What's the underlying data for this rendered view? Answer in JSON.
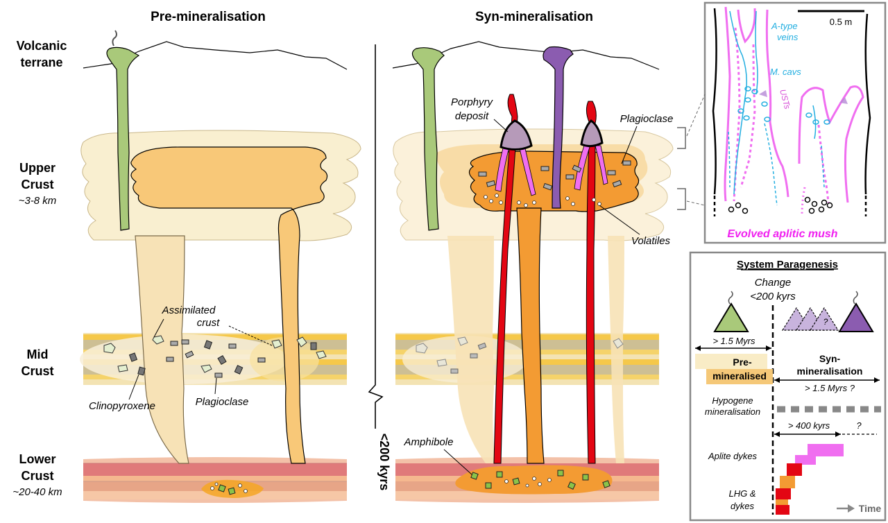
{
  "headings": {
    "pre": "Pre-mineralisation",
    "syn": "Syn-mineralisation"
  },
  "levels": {
    "volcanic_1": "Volcanic",
    "volcanic_2": "terrane",
    "upper_1": "Upper",
    "upper_2": "Crust",
    "upper_depth": "~3-8 km",
    "mid_1": "Mid",
    "mid_2": "Crust",
    "lower_1": "Lower",
    "lower_2": "Crust",
    "lower_depth": "~20-40 km"
  },
  "pre_labels": {
    "assimilated_1": "Assimilated",
    "assimilated_2": "crust",
    "clinopyroxene": "Clinopyroxene",
    "plagioclase": "Plagioclase"
  },
  "timeline": "<200 kyrs",
  "syn_labels": {
    "porphyry_1": "Porphyry",
    "porphyry_2": "deposit",
    "plagioclase": "Plagioclase",
    "volatiles": "Volatiles",
    "amphibole": "Amphibole"
  },
  "inset": {
    "scale": "0.5 m",
    "atype_1": "A-type",
    "atype_2": "veins",
    "mcavs": "M. cavs",
    "usts": "USTs",
    "caption": "Evolved aplitic mush"
  },
  "paragenesis": {
    "title": "System Paragenesis",
    "change_1": "Change",
    "change_2": "<200 kyrs",
    "question": "?",
    "pre_duration": "> 1.5 Myrs",
    "pre_label_1": "Pre-",
    "pre_label_2": "mineralised",
    "syn_label_1": "Syn-",
    "syn_label_2": "mineralisation",
    "syn_duration": "> 1.5 Myrs ?",
    "hypogene_1": "Hypogene",
    "hypogene_2": "mineralisation",
    "aplite_duration": "> 400 kyrs",
    "aplite_question": "?",
    "aplite": "Aplite dykes",
    "lhg_1": "LHG &",
    "lhg_2": "dykes",
    "time": "Time"
  },
  "colors": {
    "andesite_green": "#a9c97a",
    "dacite_purple": "#8b5cb0",
    "magma_orange": "#f5a623",
    "pale_magma": "#f7e2b6",
    "red_dyke": "#e30613",
    "aplite_pink": "#f06ef0",
    "vein_cyan": "#22aee0",
    "lower_crust_red": "#e07a7a"
  }
}
